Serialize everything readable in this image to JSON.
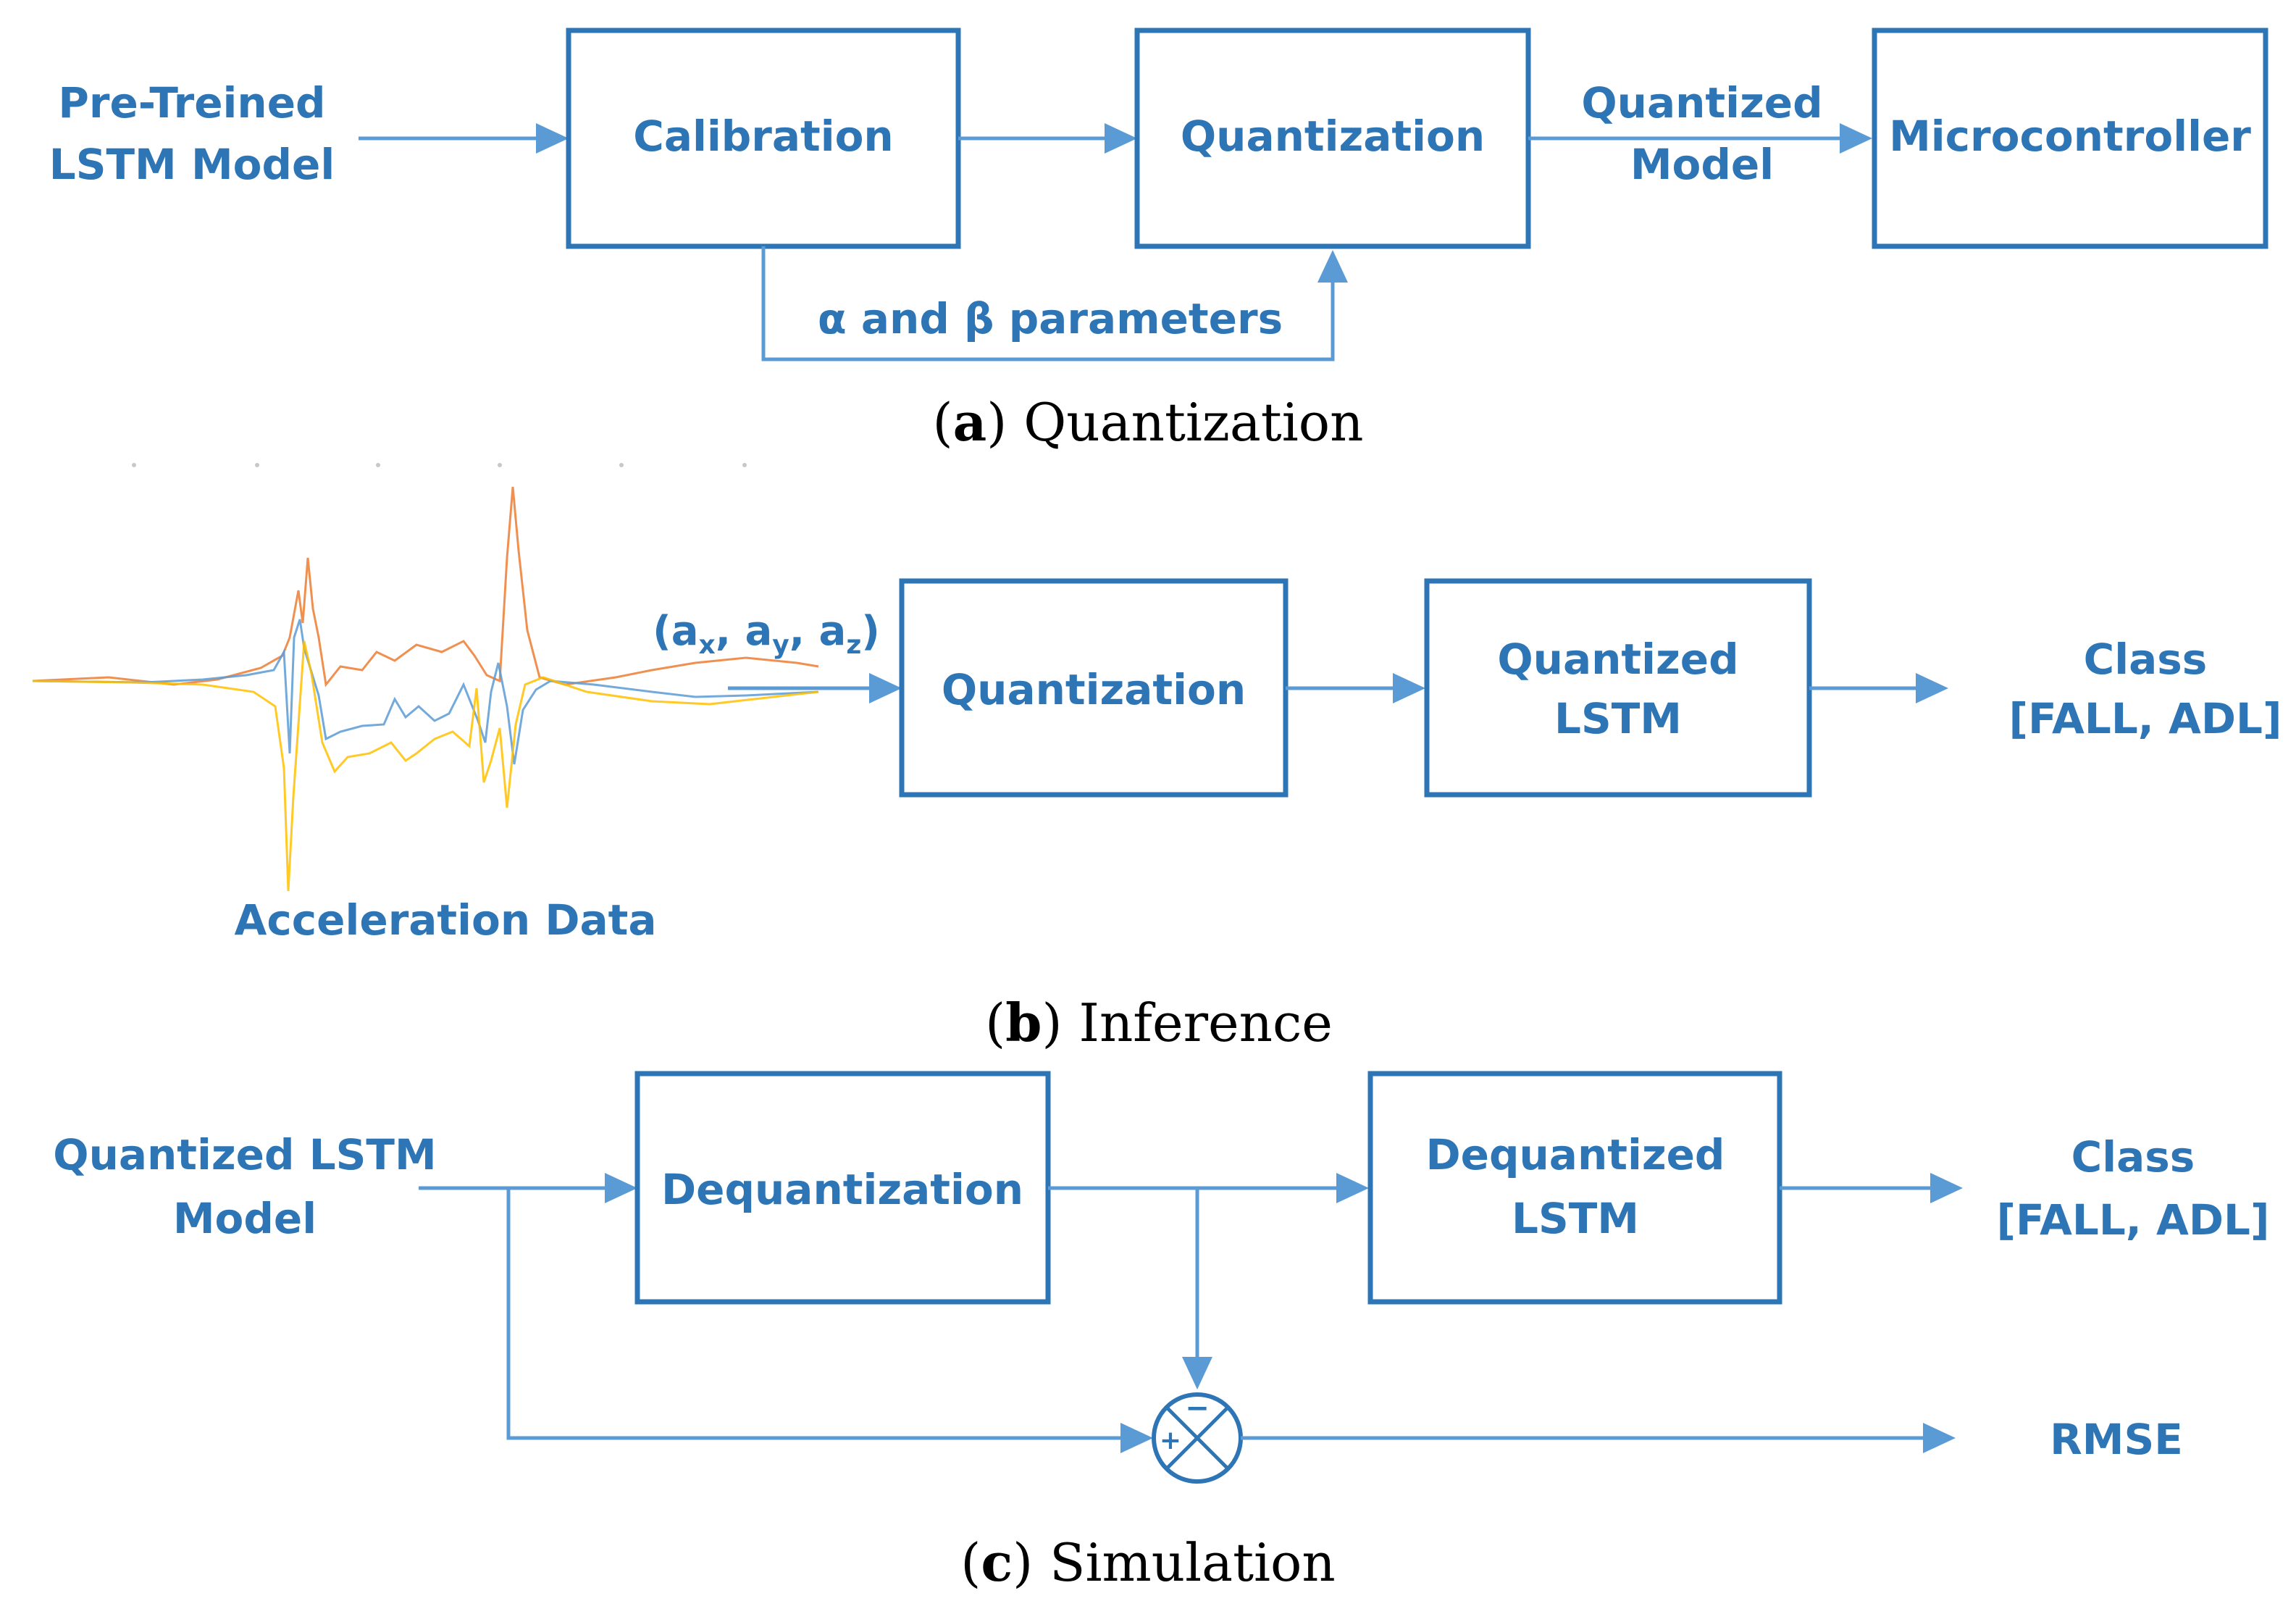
{
  "colors": {
    "box": "#2e75b6",
    "arrow": "#5b9bd5",
    "text": "#2e75b6",
    "caption": "#000000",
    "signal_x": "#5b9bd5",
    "signal_y": "#ed7d31",
    "signal_z": "#ffc000"
  },
  "panel_a": {
    "input_line1": "Pre-Treined",
    "input_line2": "LSTM Model",
    "calibration": "Calibration",
    "quantization": "Quantization",
    "output_line1": "Quantized",
    "output_line2": "Model",
    "microcontroller": "Microcontroller",
    "feedback": "α  and β parameters",
    "caption_letter": "a",
    "caption_text": " Quantization"
  },
  "panel_b": {
    "signal_label": "Acceleration Data",
    "input_label": "(ax, ay, az)",
    "input_parts": {
      "open": "(a",
      "sub_x": "x",
      "sep1": ", a",
      "sub_y": "y",
      "sep2": ", a",
      "sub_z": "z",
      "close": ")"
    },
    "quantization": "Quantization",
    "lstm_line1": "Quantized",
    "lstm_line2": "LSTM",
    "class_line1": "Class",
    "class_line2": "[FALL, ADL]",
    "caption_letter": "b",
    "caption_text": " Inference"
  },
  "panel_c": {
    "input_line1": "Quantized LSTM",
    "input_line2": "Model",
    "dequantization": "Dequantization",
    "lstm_line1": "Dequantized",
    "lstm_line2": "LSTM",
    "class_line1": "Class",
    "class_line2": "[FALL, ADL]",
    "minus": "−",
    "plus": "+",
    "rmse": "RMSE",
    "caption_letter": "c",
    "caption_text": " Simulation"
  }
}
